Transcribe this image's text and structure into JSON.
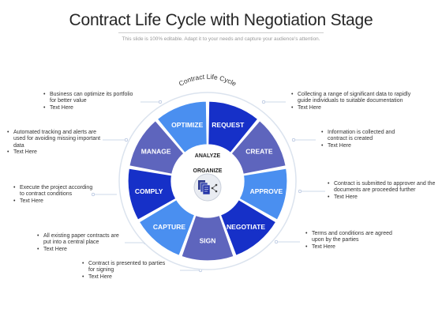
{
  "title": "Contract Life Cycle with Negotiation Stage",
  "subtitle": "This slide is 100% editable. Adapt it to your needs and capture your audience's attention.",
  "wheel": {
    "ring_title": "Contract Life Cycle",
    "center_top": "ANALYZE",
    "center_mid": "ORGANIZE",
    "center_icon": "document-network-icon",
    "segments": [
      {
        "label": "REQUEST",
        "color": "#1630c8"
      },
      {
        "label": "CREATE",
        "color": "#5e65bd"
      },
      {
        "label": "APPROVE",
        "color": "#4a8ff0"
      },
      {
        "label": "NEGOTIATE",
        "color": "#1630c8"
      },
      {
        "label": "SIGN",
        "color": "#5e65bd"
      },
      {
        "label": "CAPTURE",
        "color": "#4a8ff0"
      },
      {
        "label": "COMPLY",
        "color": "#1630c8"
      },
      {
        "label": "MANAGE",
        "color": "#5e65bd"
      },
      {
        "label": "OPTIMIZE",
        "color": "#4a8ff0"
      }
    ]
  },
  "notes": {
    "optimize": {
      "desc": "Business can optimize its portfolio for better value",
      "tag": "Text Here"
    },
    "manage": {
      "desc": "Automated tracking and alerts are used for avoiding missing important data",
      "tag": "Text Here"
    },
    "comply": {
      "desc": "Execute the project according to contract conditions",
      "tag": "Text Here"
    },
    "capture": {
      "desc": "All existing paper contracts are put into a central place",
      "tag": "Text Here"
    },
    "sign": {
      "desc": "Contract is presented to parties for signing",
      "tag": "Text Here"
    },
    "request": {
      "desc": "Collecting a range of significant data to rapidly guide individuals to suitable documentation",
      "tag": "Text Here"
    },
    "create": {
      "desc": "Information is collected and contract is created",
      "tag": "Text Here"
    },
    "approve": {
      "desc": "Contract is submitted to approver and the documents are proceeded further",
      "tag": "Text Here"
    },
    "negotiate": {
      "desc": "Terms and conditions are agreed upon by the parties",
      "tag": "Text Here"
    }
  }
}
